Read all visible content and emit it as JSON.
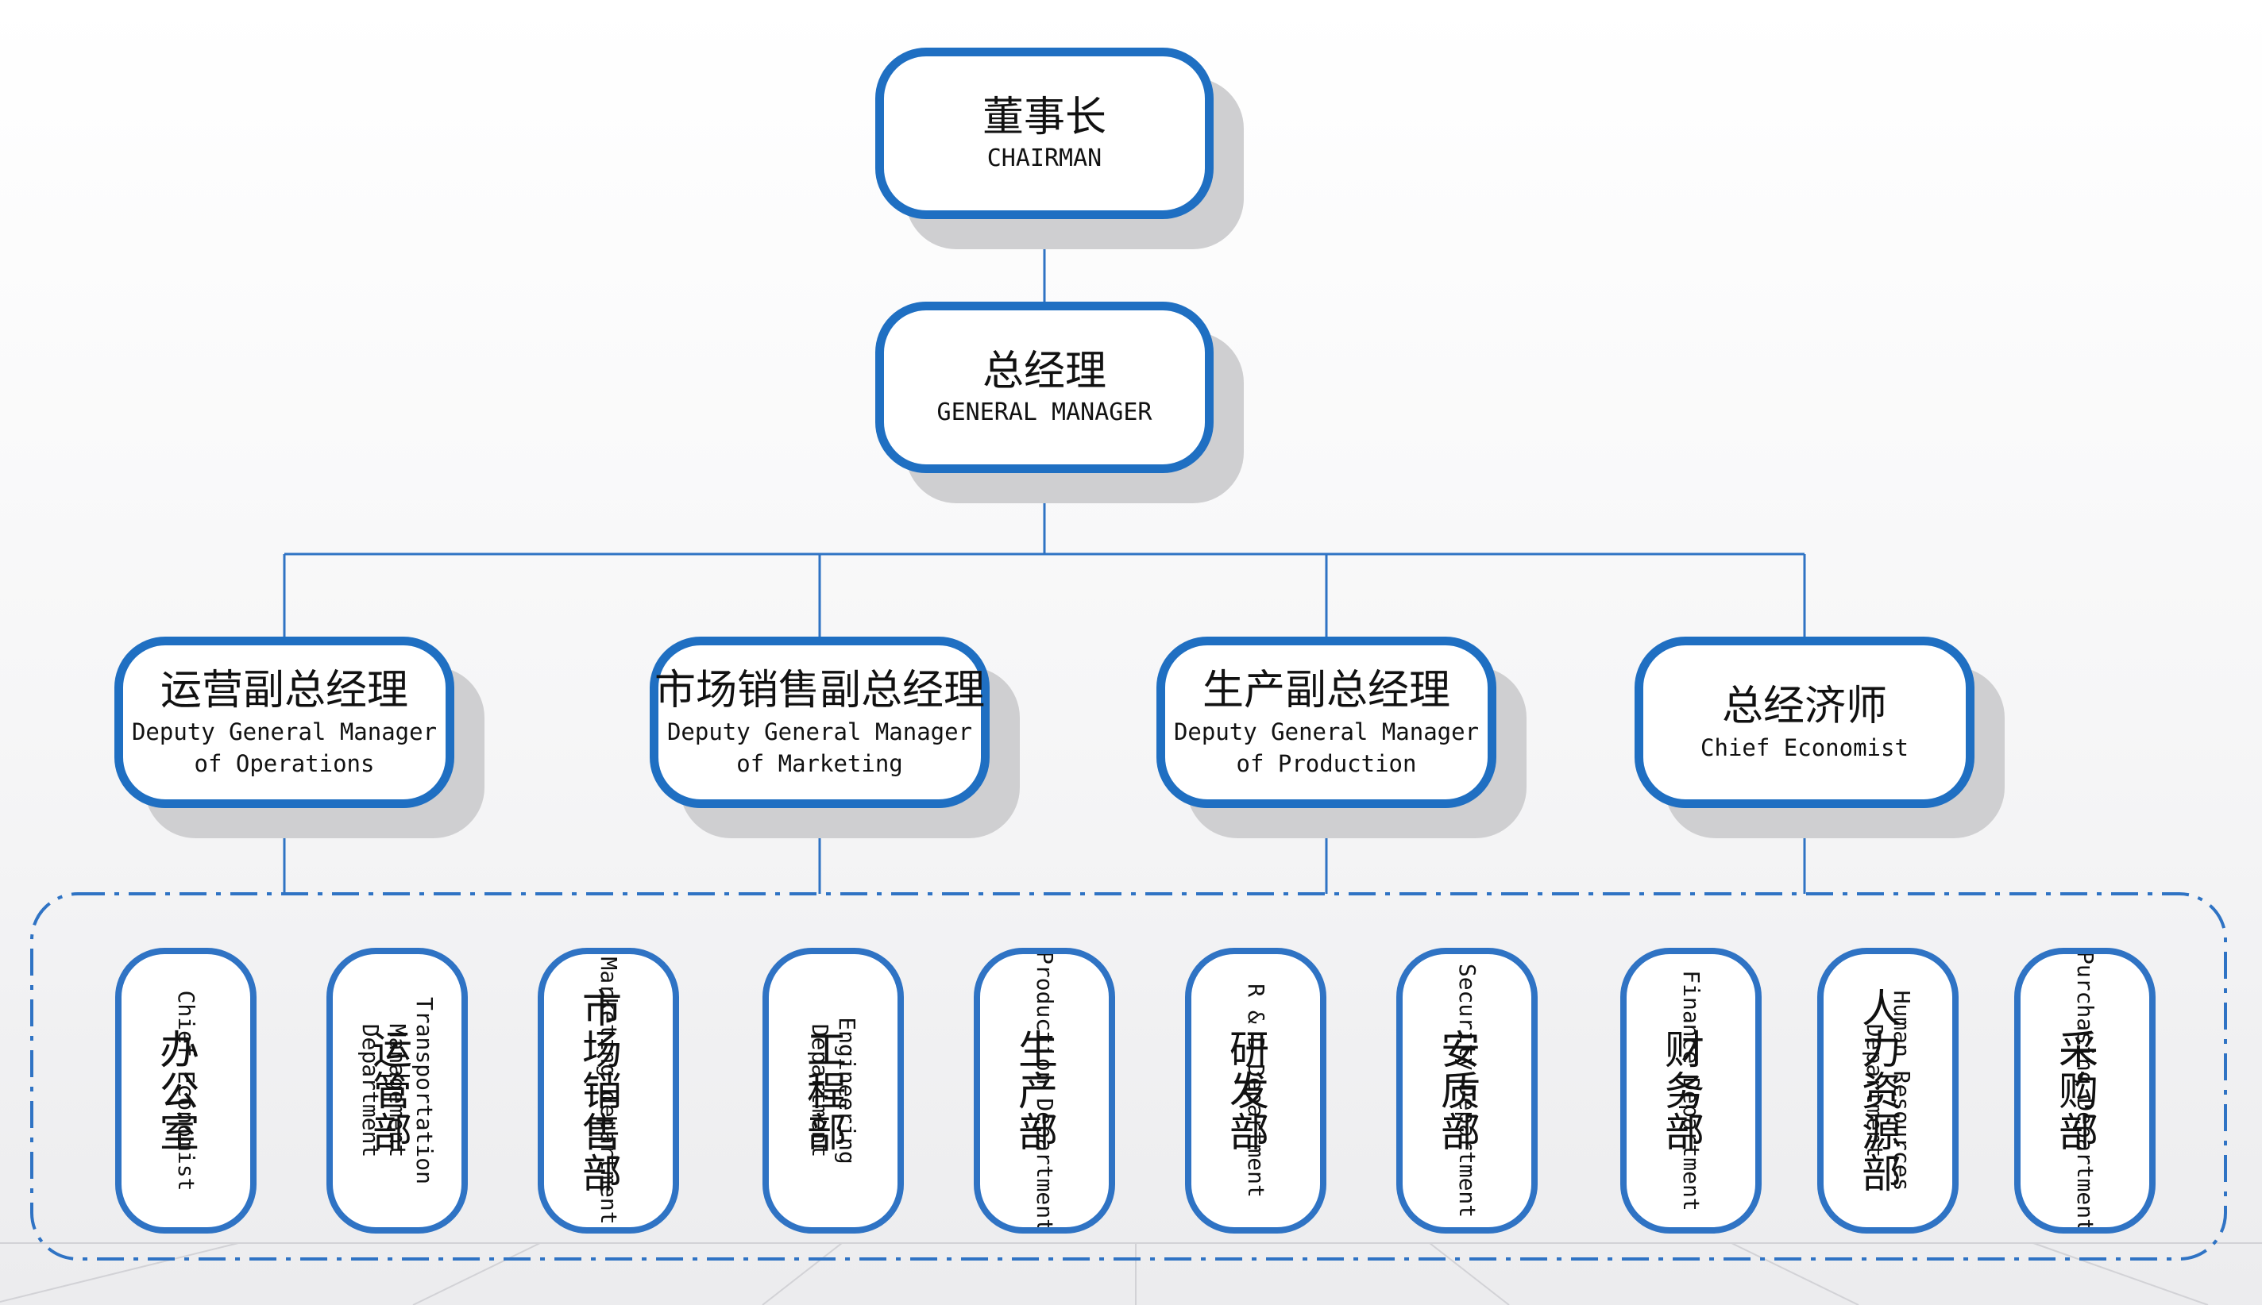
{
  "colors": {
    "box_border": "#1f6fc2",
    "line": "#2f73c4",
    "shadow": "#cfcfd1"
  },
  "top": [
    {
      "cn": "董事长",
      "en": "CHAIRMAN"
    },
    {
      "cn": "总经理",
      "en": "GENERAL MANAGER"
    }
  ],
  "deputies": [
    {
      "cn": "运营副总经理",
      "en1": "Deputy General Manager",
      "en2": "of Operations"
    },
    {
      "cn": "市场销售副总经理",
      "en1": "Deputy General Manager",
      "en2": "of Marketing"
    },
    {
      "cn": "生产副总经理",
      "en1": "Deputy General Manager",
      "en2": "of Production"
    },
    {
      "cn": "总经济师",
      "en1": "Chief Economist",
      "en2": ""
    }
  ],
  "departments": [
    {
      "cn": "办公室",
      "en": "Chief Economist"
    },
    {
      "cn": "运管部",
      "en": "Transportation Management Department"
    },
    {
      "cn": "市场销售部",
      "en": "Marketing department"
    },
    {
      "cn": "工程部",
      "en": "Engineering Department"
    },
    {
      "cn": "生产部",
      "en": "Production Department"
    },
    {
      "cn": "研发部",
      "en": "R & D Department"
    },
    {
      "cn": "安质部",
      "en": "Security Department"
    },
    {
      "cn": "财务部",
      "en": "Finance Department"
    },
    {
      "cn": "人力资源部",
      "en": "Human Resources Department"
    },
    {
      "cn": "采购部",
      "en": "Purchasing Department"
    }
  ]
}
